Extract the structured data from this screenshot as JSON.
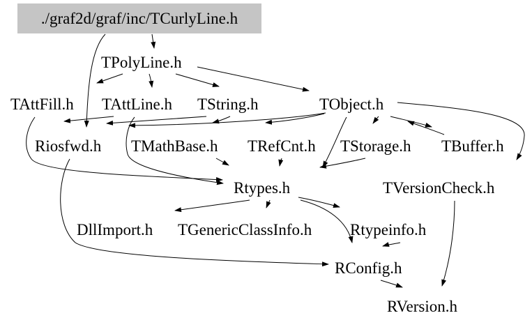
{
  "diagram": {
    "kind": "include-dependency-graph",
    "background_color": "#ffffff",
    "root_fill_color": "#c5c5c5",
    "text_color": "#000000",
    "edge_color": "#000000"
  },
  "nodes": {
    "curly": {
      "label": "./graf2d/graf/inc/TCurlyLine.h"
    },
    "polyline": {
      "label": "TPolyLine.h"
    },
    "attfill": {
      "label": "TAttFill.h"
    },
    "attline": {
      "label": "TAttLine.h"
    },
    "tstring": {
      "label": "TString.h"
    },
    "tobject": {
      "label": "TObject.h"
    },
    "riosfwd": {
      "label": "Riosfwd.h"
    },
    "tmathbase": {
      "label": "TMathBase.h"
    },
    "trefcnt": {
      "label": "TRefCnt.h"
    },
    "tstorage": {
      "label": "TStorage.h"
    },
    "tbuffer": {
      "label": "TBuffer.h"
    },
    "rtypes": {
      "label": "Rtypes.h"
    },
    "tversioncheck": {
      "label": "TVersionCheck.h"
    },
    "dllimport": {
      "label": "DllImport.h"
    },
    "tgenericclassinfo": {
      "label": "TGenericClassInfo.h"
    },
    "rtypeinfo": {
      "label": "Rtypeinfo.h"
    },
    "rconfig": {
      "label": "RConfig.h"
    },
    "rversion": {
      "label": "RVersion.h"
    }
  },
  "edges": [
    {
      "from": "./graf2d/graf/inc/TCurlyLine.h",
      "to": "TPolyLine.h"
    },
    {
      "from": "./graf2d/graf/inc/TCurlyLine.h",
      "to": "Riosfwd.h"
    },
    {
      "from": "TPolyLine.h",
      "to": "TAttFill.h"
    },
    {
      "from": "TPolyLine.h",
      "to": "TAttLine.h"
    },
    {
      "from": "TPolyLine.h",
      "to": "TString.h"
    },
    {
      "from": "TPolyLine.h",
      "to": "TObject.h"
    },
    {
      "from": "TAttLine.h",
      "to": "Riosfwd.h"
    },
    {
      "from": "TString.h",
      "to": "Riosfwd.h"
    },
    {
      "from": "TObject.h",
      "to": "Riosfwd.h"
    },
    {
      "from": "TString.h",
      "to": "TMathBase.h"
    },
    {
      "from": "TObject.h",
      "to": "TRefCnt.h"
    },
    {
      "from": "TObject.h",
      "to": "TStorage.h"
    },
    {
      "from": "TBuffer.h",
      "to": "TObject.h"
    },
    {
      "from": "TObject.h",
      "to": "TBuffer.h"
    },
    {
      "from": "TObject.h",
      "to": "TVersionCheck.h"
    },
    {
      "from": "TVersionCheck.h",
      "to": "RVersion.h"
    },
    {
      "from": "TObject.h",
      "to": "Rtypes.h"
    },
    {
      "from": "TRefCnt.h",
      "to": "Rtypes.h"
    },
    {
      "from": "TStorage.h",
      "to": "Rtypes.h"
    },
    {
      "from": "TMathBase.h",
      "to": "Rtypes.h"
    },
    {
      "from": "TAttFill.h",
      "to": "Rtypes.h"
    },
    {
      "from": "TAttLine.h",
      "to": "Rtypes.h"
    },
    {
      "from": "Rtypes.h",
      "to": "DllImport.h"
    },
    {
      "from": "Rtypes.h",
      "to": "TGenericClassInfo.h"
    },
    {
      "from": "Rtypes.h",
      "to": "Rtypeinfo.h"
    },
    {
      "from": "Rtypes.h",
      "to": "RConfig.h"
    },
    {
      "from": "Rtypeinfo.h",
      "to": "RConfig.h"
    },
    {
      "from": "Riosfwd.h",
      "to": "RConfig.h"
    },
    {
      "from": "RConfig.h",
      "to": "RVersion.h"
    }
  ]
}
